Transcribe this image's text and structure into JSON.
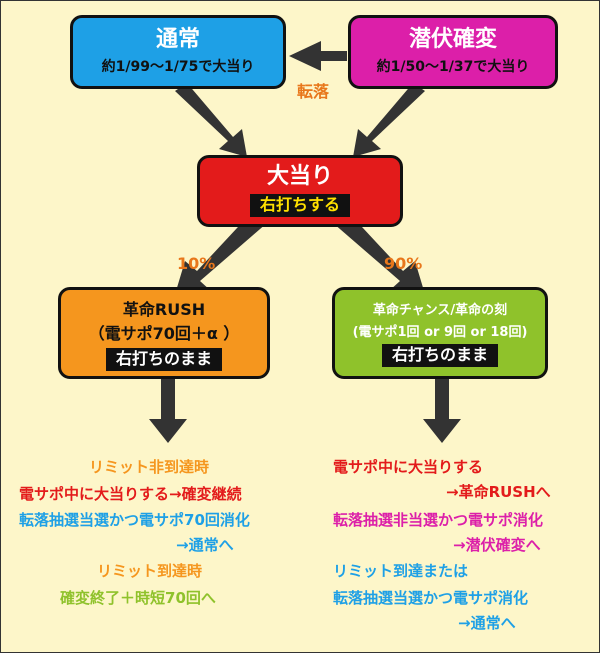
{
  "normal": {
    "title": "通常",
    "probability": "約1/99〜1/75で大当り"
  },
  "latent": {
    "title": "潜伏確変",
    "probability": "約1/50〜1/37で大当り"
  },
  "jackpot": {
    "title": "大当り",
    "tag": "右打ちする"
  },
  "edges": {
    "fall": "転落",
    "left_percent": "10%",
    "right_percent": "90%"
  },
  "rush": {
    "title": "革命RUSH",
    "sub": "（電サポ70回＋α ）",
    "tag": "右打ちのまま"
  },
  "chance": {
    "title": "革命チャンス/革命の刻",
    "sub": "(電サポ1回 or 9回 or 18回)",
    "tag": "右打ちのまま"
  },
  "left_notes": [
    "リミット非到達時",
    "電サポ中に大当りする→確変継続",
    "転落抽選当選かつ電サポ70回消化",
    "→通常へ",
    "リミット到達時",
    "確変終了＋時短70回へ"
  ],
  "right_notes": [
    "電サポ中に大当りする",
    "→革命RUSHへ",
    "転落抽選非当選かつ電サポ消化",
    "→潜伏確変へ",
    "リミット到達または",
    "転落抽選当選かつ電サポ消化",
    "→通常へ"
  ],
  "colors": {
    "background": "#fdf6c9",
    "normal": "#1ea0e6",
    "latent": "#dc1fa9",
    "jackpot": "#e31b1b",
    "rush": "#f5961e",
    "chance": "#8fc22b",
    "arrow": "#333333"
  }
}
